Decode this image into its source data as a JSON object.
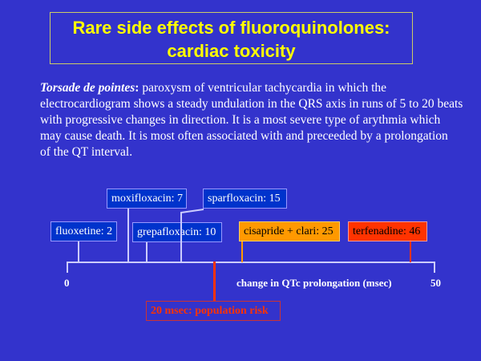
{
  "title": {
    "line1": "Rare side effects of fluoroquinolones:",
    "line2": "cardiac toxicity"
  },
  "paragraph": {
    "term": "Torsade de pointes",
    "colon": ":",
    "lines": [
      " paroxysm of ventricular tachycardia in which the",
      "electrocardiogram shows a steady undulation in the QRS axis in runs of 5 to 20 beats",
      "with progressive changes in direction.  It is a most severe type of arythmia which",
      "may cause death.  It is most often associated with and preceeded by a prolongation",
      "of the QT interval."
    ]
  },
  "chart_data": {
    "type": "timeline",
    "xlabel": "change in QTc prolongation (msec)",
    "xlim": [
      0,
      50
    ],
    "tick_labels": [
      "0",
      "50"
    ],
    "markers": [
      {
        "label": "fluoxetine: 2",
        "value": 2,
        "color": "#0033cc"
      },
      {
        "label": "moxifloxacin: 7",
        "value": 7,
        "color": "#0033cc"
      },
      {
        "label": "grepafloxacin: 10",
        "value": 10,
        "color": "#0033cc"
      },
      {
        "label": "sparfloxacin: 15",
        "value": 15,
        "color": "#0033cc"
      },
      {
        "label": "cisapride + clari: 25",
        "value": 25,
        "color": "#ff9900"
      },
      {
        "label": "terfenadine: 46",
        "value": 46,
        "color": "#ff3300"
      }
    ],
    "threshold": {
      "label": "20 msec: population risk",
      "value": 20,
      "color": "#ff3300"
    }
  }
}
